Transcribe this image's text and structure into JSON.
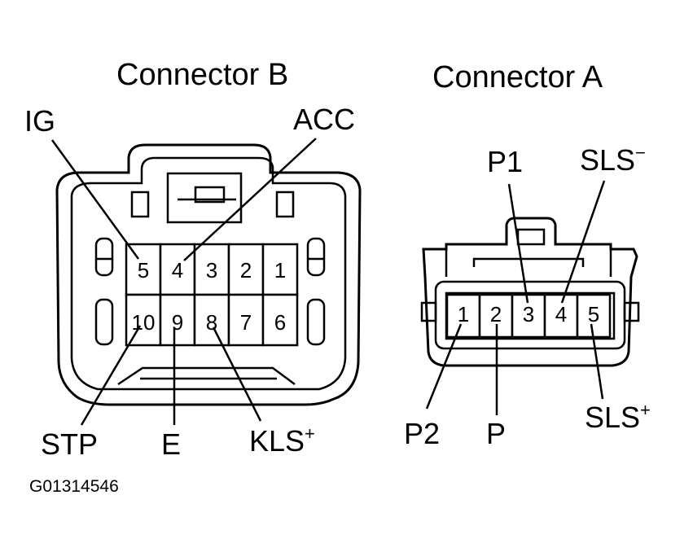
{
  "connector_b": {
    "title": "Connector B",
    "pins_top": [
      "5",
      "4",
      "3",
      "2",
      "1"
    ],
    "pins_bottom": [
      "10",
      "9",
      "8",
      "7",
      "6"
    ],
    "labels": {
      "ig": "IG",
      "acc": "ACC",
      "stp": "STP",
      "e": "E",
      "kls": "KLS",
      "kls_sup": "+"
    }
  },
  "connector_a": {
    "title": "Connector A",
    "pins": [
      "1",
      "2",
      "3",
      "4",
      "5"
    ],
    "labels": {
      "p1": "P1",
      "sls_minus": "SLS",
      "sls_minus_sup": "−",
      "p2": "P2",
      "p": "P",
      "sls_plus": "SLS",
      "sls_plus_sup": "+"
    }
  },
  "figure_code": "G01314546"
}
